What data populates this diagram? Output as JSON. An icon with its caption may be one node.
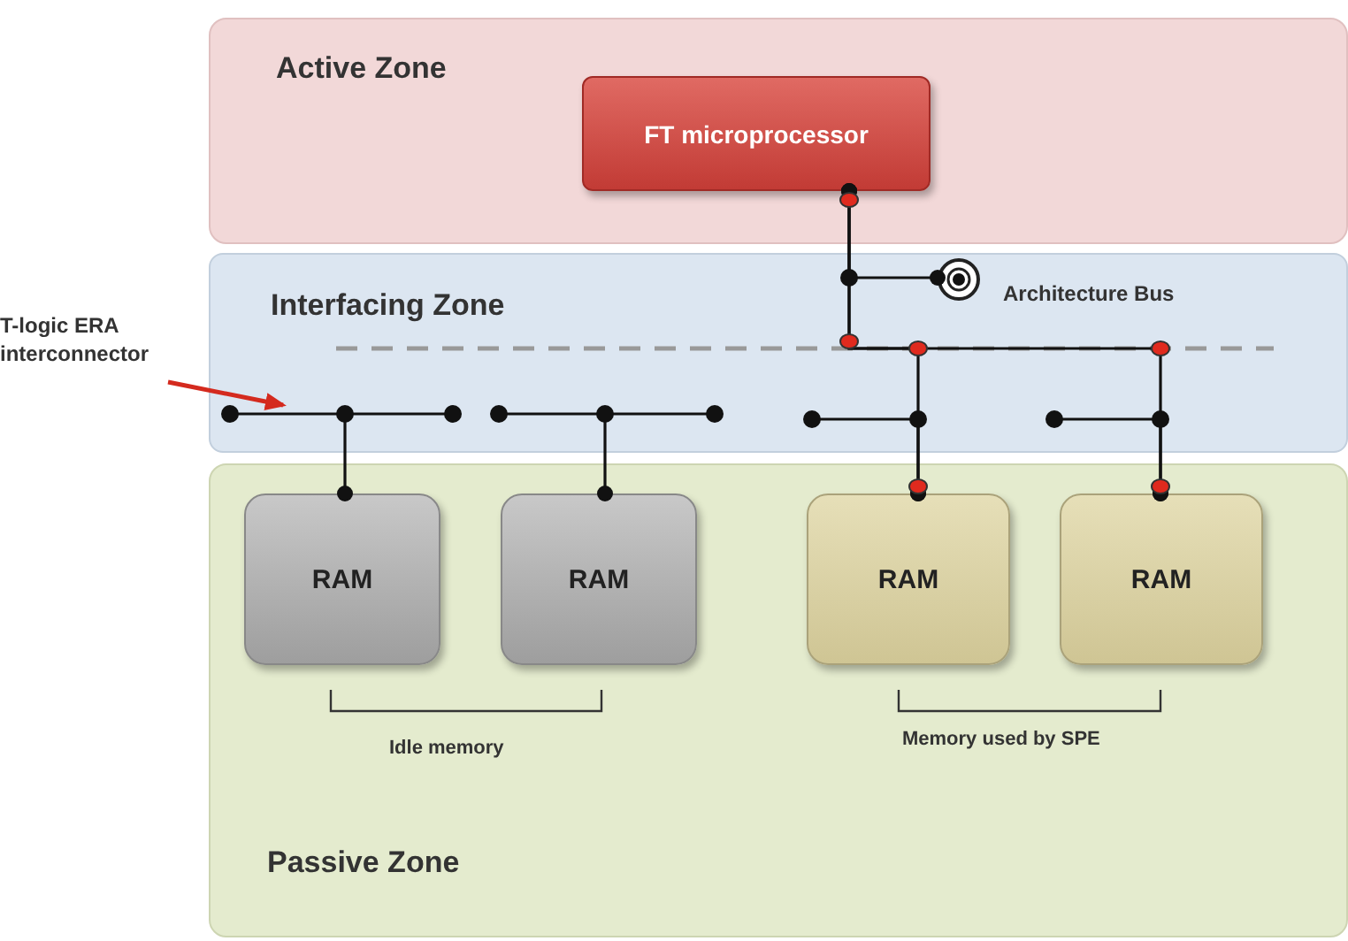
{
  "diagram": {
    "nodes": [
      {
        "text": [
          "Active Zone"
        ]
      },
      {
        "text": [
          "FT microprocessor"
        ],
        "in": 0
      },
      {
        "text": [
          "Interfacing Zone"
        ]
      },
      {
        "text": [
          "Passive Zone"
        ]
      },
      {
        "text": [
          "RAM"
        ],
        "in": 3
      },
      {
        "text": [
          "RAM"
        ],
        "in": 3
      },
      {
        "text": [
          "RAM"
        ],
        "in": 3
      },
      {
        "text": [
          "RAM"
        ],
        "in": 3
      },
      {
        "text": [],
        "shape": "circle",
        "in": 2,
        "beside": [
          "Architecture Bus"
        ]
      },
      {
        "text": [
          "T-logic ERA interconnector"
        ]
      }
    ],
    "edges": [
      {
        "from": 1,
        "to": 6,
        "arrow": "other"
      },
      {
        "from": 1,
        "to": 7,
        "arrow": "other"
      },
      {
        "from": 1,
        "to": 8,
        "arrow": "other"
      },
      {
        "from": 4,
        "to": 2,
        "arrow": "other"
      },
      {
        "from": 5,
        "to": 2,
        "arrow": "other"
      },
      {
        "from": 9,
        "to": 2,
        "arrow": "to",
        "color": "#d42a1e"
      },
      {
        "from": 6,
        "to": 2,
        "arrow": "other"
      },
      {
        "from": 7,
        "to": 2,
        "arrow": "other"
      }
    ],
    "labels": [
      "Idle memory",
      "Memory used by SPE"
    ]
  }
}
